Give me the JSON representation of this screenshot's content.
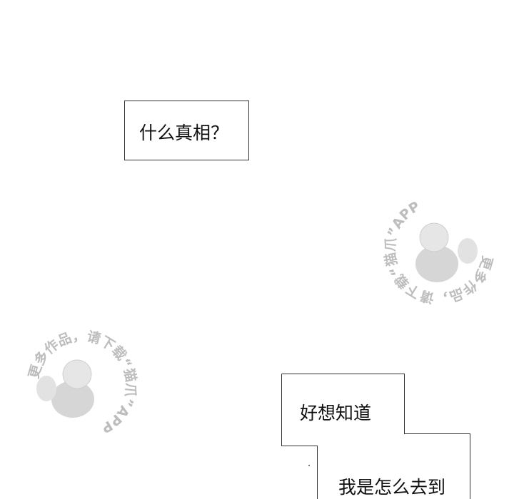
{
  "panel": {
    "bubble_1": "什么真相？",
    "bubble_2": "好想知道",
    "bubble_3": "我是怎么去到"
  },
  "watermark": {
    "text": "更多作品，请下载“猫爪”APP",
    "color": "#bdbdbd"
  }
}
